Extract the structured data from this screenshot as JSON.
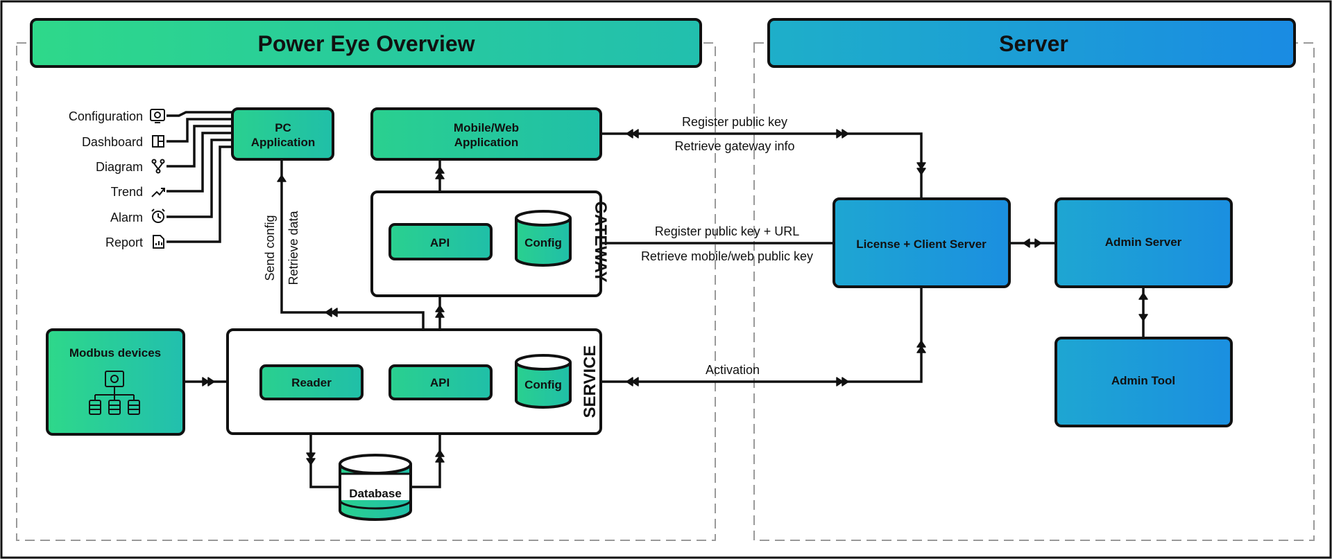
{
  "sections": {
    "overview_title": "Power Eye Overview",
    "server_title": "Server"
  },
  "nodes": {
    "pc_app": [
      "PC",
      "Application"
    ],
    "mobile_app": [
      "Mobile/Web",
      "Application"
    ],
    "gateway_label": "GATEWAY",
    "gateway_api": "API",
    "gateway_config": "Config",
    "service_label": "SERVICE",
    "service_reader": "Reader",
    "service_api": "API",
    "service_config": "Config",
    "database": "Database",
    "modbus": "Modbus devices",
    "license_server": "License + Client Server",
    "admin_server": "Admin Server",
    "admin_tool": "Admin Tool"
  },
  "pc_features": [
    {
      "label": "Configuration",
      "icon": "configuration-icon"
    },
    {
      "label": "Dashboard",
      "icon": "dashboard-icon"
    },
    {
      "label": "Diagram",
      "icon": "diagram-icon"
    },
    {
      "label": "Trend",
      "icon": "trend-icon"
    },
    {
      "label": "Alarm",
      "icon": "alarm-icon"
    },
    {
      "label": "Report",
      "icon": "report-icon"
    }
  ],
  "edge_labels": {
    "send_config": "Send config",
    "retrieve_data": "Retrieve data",
    "register_public_key": "Register public key",
    "retrieve_gateway_info": "Retrieve gateway info",
    "register_public_key_url": "Register public key + URL",
    "retrieve_mobile_key": "Retrieve mobile/web public key",
    "activation": "Activation"
  },
  "colors": {
    "green": "#2ED88A",
    "teal": "#23C3A6",
    "blue_light": "#1EA8D6",
    "blue": "#1B8EE0",
    "outline": "#111111"
  }
}
